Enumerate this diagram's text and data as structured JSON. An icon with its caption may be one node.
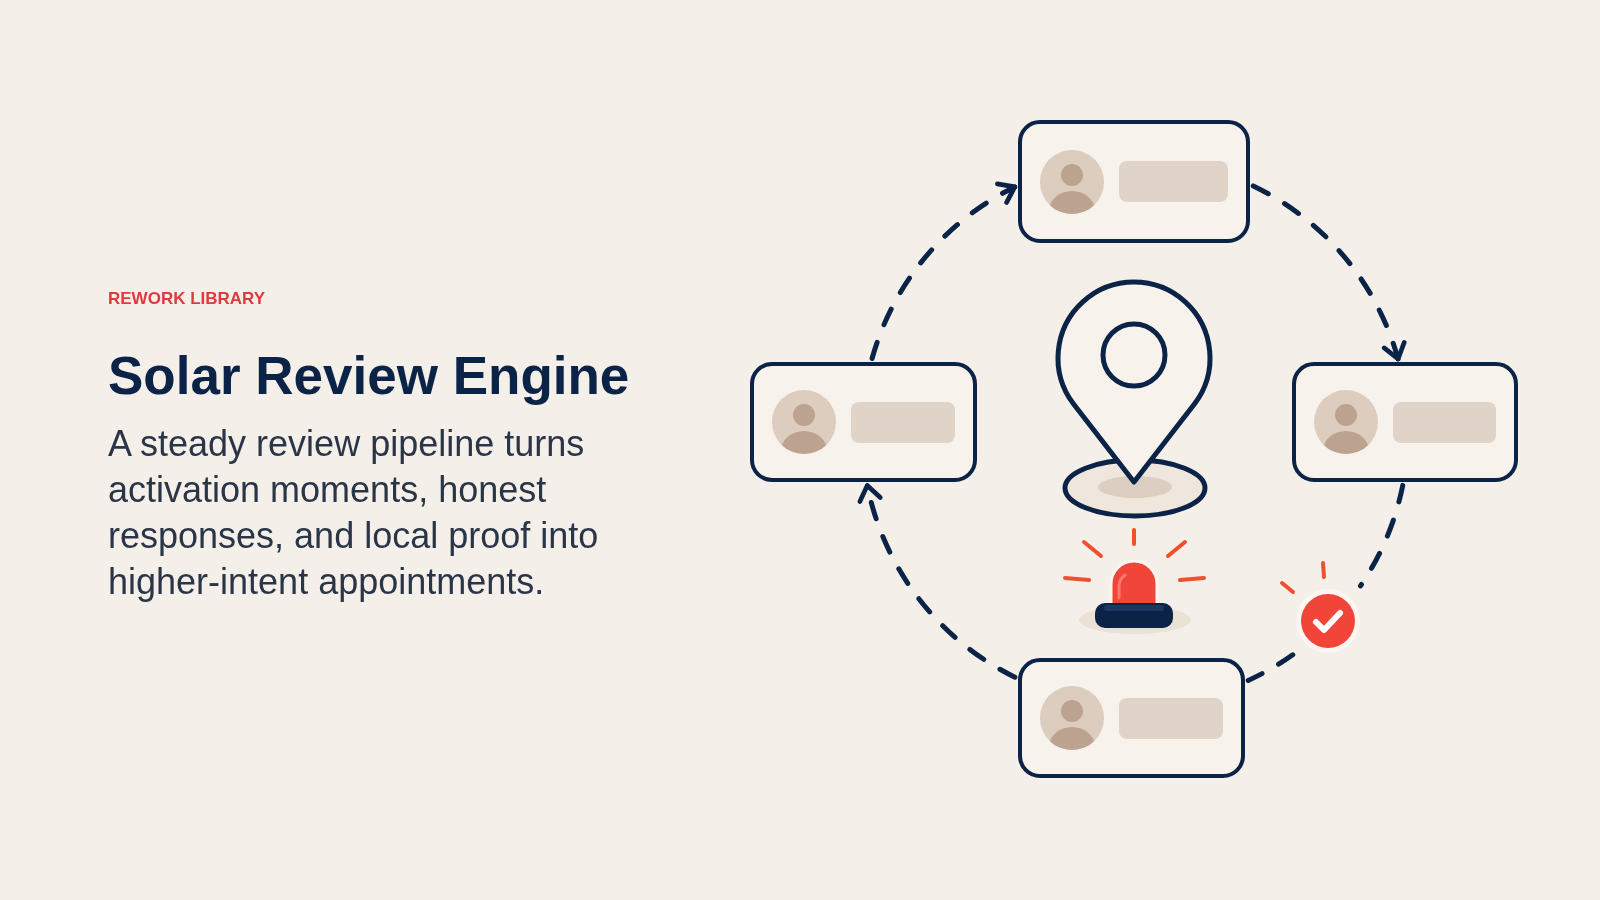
{
  "diagram": {
    "title": "Solar Review Engine",
    "nodes": [
      {
        "text": [],
        "shape": "box"
      },
      {
        "text": [],
        "shape": "box"
      },
      {
        "text": [],
        "shape": "box"
      },
      {
        "text": [],
        "shape": "circle"
      },
      {
        "text": [],
        "shape": "box"
      }
    ],
    "edges": [
      {
        "from": 1,
        "to": 0,
        "arrow": "to",
        "style": "dashed"
      },
      {
        "from": 0,
        "to": 2,
        "arrow": "to",
        "style": "dashed"
      },
      {
        "from": 2,
        "to": 3,
        "arrow": "none",
        "style": "dashed"
      },
      {
        "from": 3,
        "to": 4,
        "arrow": "none",
        "style": "dashed"
      },
      {
        "from": 4,
        "to": 1,
        "arrow": "to",
        "style": "dashed"
      }
    ],
    "labels": [
      "REWORK LIBRARY",
      "A steady review pipeline turns activation moments, honest responses, and local proof into higher-intent appointments."
    ]
  }
}
